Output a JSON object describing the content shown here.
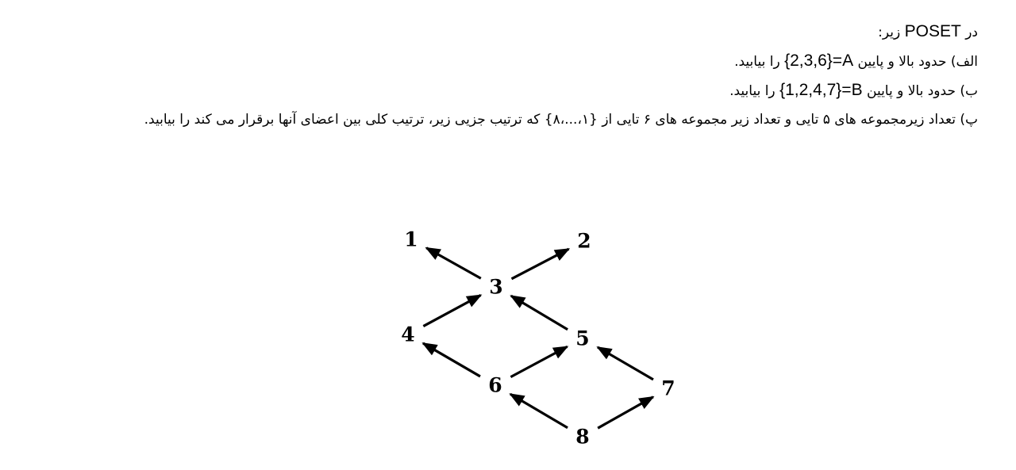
{
  "question": {
    "intro_prefix": "در ",
    "intro_term": "POSET",
    "intro_suffix": " زیر:",
    "part_a_prefix": "الف) حدود بالا و پایین ",
    "part_a_set": "{2,3,6}=A",
    "part_a_suffix": " را بیابید.",
    "part_b_prefix": "ب) حدود بالا و پایین ",
    "part_b_set": "{1,2,4,7}=B",
    "part_b_suffix": " را بیابید.",
    "part_c": "پ) تعداد زیرمجموعه های ۵ تایی و تعداد زیر مجموعه های ۶ تایی از {۱،...،۸} که ترتیب جزیی زیر، ترتیب کلی بین اعضای آنها برقرار می کند را بیابید."
  },
  "diagram": {
    "nodes": [
      "1",
      "2",
      "3",
      "4",
      "5",
      "6",
      "7",
      "8"
    ],
    "edges": [
      [
        "3",
        "1"
      ],
      [
        "3",
        "2"
      ],
      [
        "4",
        "3"
      ],
      [
        "5",
        "3"
      ],
      [
        "6",
        "4"
      ],
      [
        "6",
        "5"
      ],
      [
        "7",
        "5"
      ],
      [
        "8",
        "6"
      ],
      [
        "8",
        "7"
      ]
    ]
  }
}
